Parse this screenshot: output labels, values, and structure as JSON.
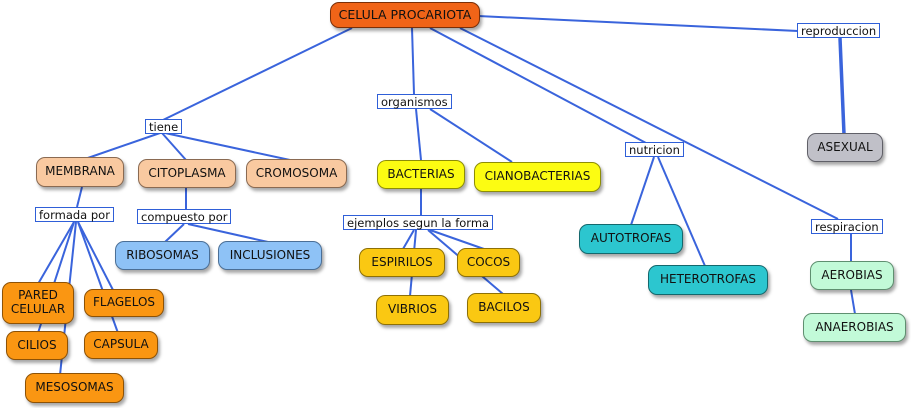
{
  "nodes": {
    "root": "CELULA PROCARIOTA",
    "membrana": "MEMBRANA",
    "citoplasma": "CITOPLASMA",
    "cromosoma": "CROMOSOMA",
    "ribosomas": "RIBOSOMAS",
    "inclusiones": "INCLUSIONES",
    "pared": "PARED CELULAR",
    "flagelos": "FLAGELOS",
    "cilios": "CILIOS",
    "capsula": "CAPSULA",
    "mesosomas": "MESOSOMAS",
    "bacterias": "BACTERIAS",
    "cianobacterias": "CIANOBACTERIAS",
    "espirilos": "ESPIRILOS",
    "cocos": "COCOS",
    "vibrios": "VIBRIOS",
    "bacilos": "BACILOS",
    "autotrofas": "AUTOTROFAS",
    "heterotrofas": "HETEROTROFAS",
    "asexual": "ASEXUAL",
    "aerobias": "AEROBIAS",
    "anaerobias": "ANAEROBIAS"
  },
  "links": {
    "tiene": "tiene",
    "formada_por": "formada por",
    "compuesto_por": "compuesto por",
    "organismos": "organismos",
    "ejemplos": "ejemplos segun la forma",
    "nutricion": "nutricion",
    "reproduccion": "reproduccion",
    "respiracion": "respiracion"
  },
  "colors": {
    "edge": "#3a64dc",
    "label_border": "#2f5fd8",
    "root": "#f06418",
    "peach": "#f9c9a0",
    "blue": "#8ec2f6",
    "orange": "#fa9612",
    "yellow": "#fcfc12",
    "gold": "#fac812",
    "teal": "#2cc6cf",
    "grey": "#c0c0c8",
    "mint": "#c2fad8"
  }
}
